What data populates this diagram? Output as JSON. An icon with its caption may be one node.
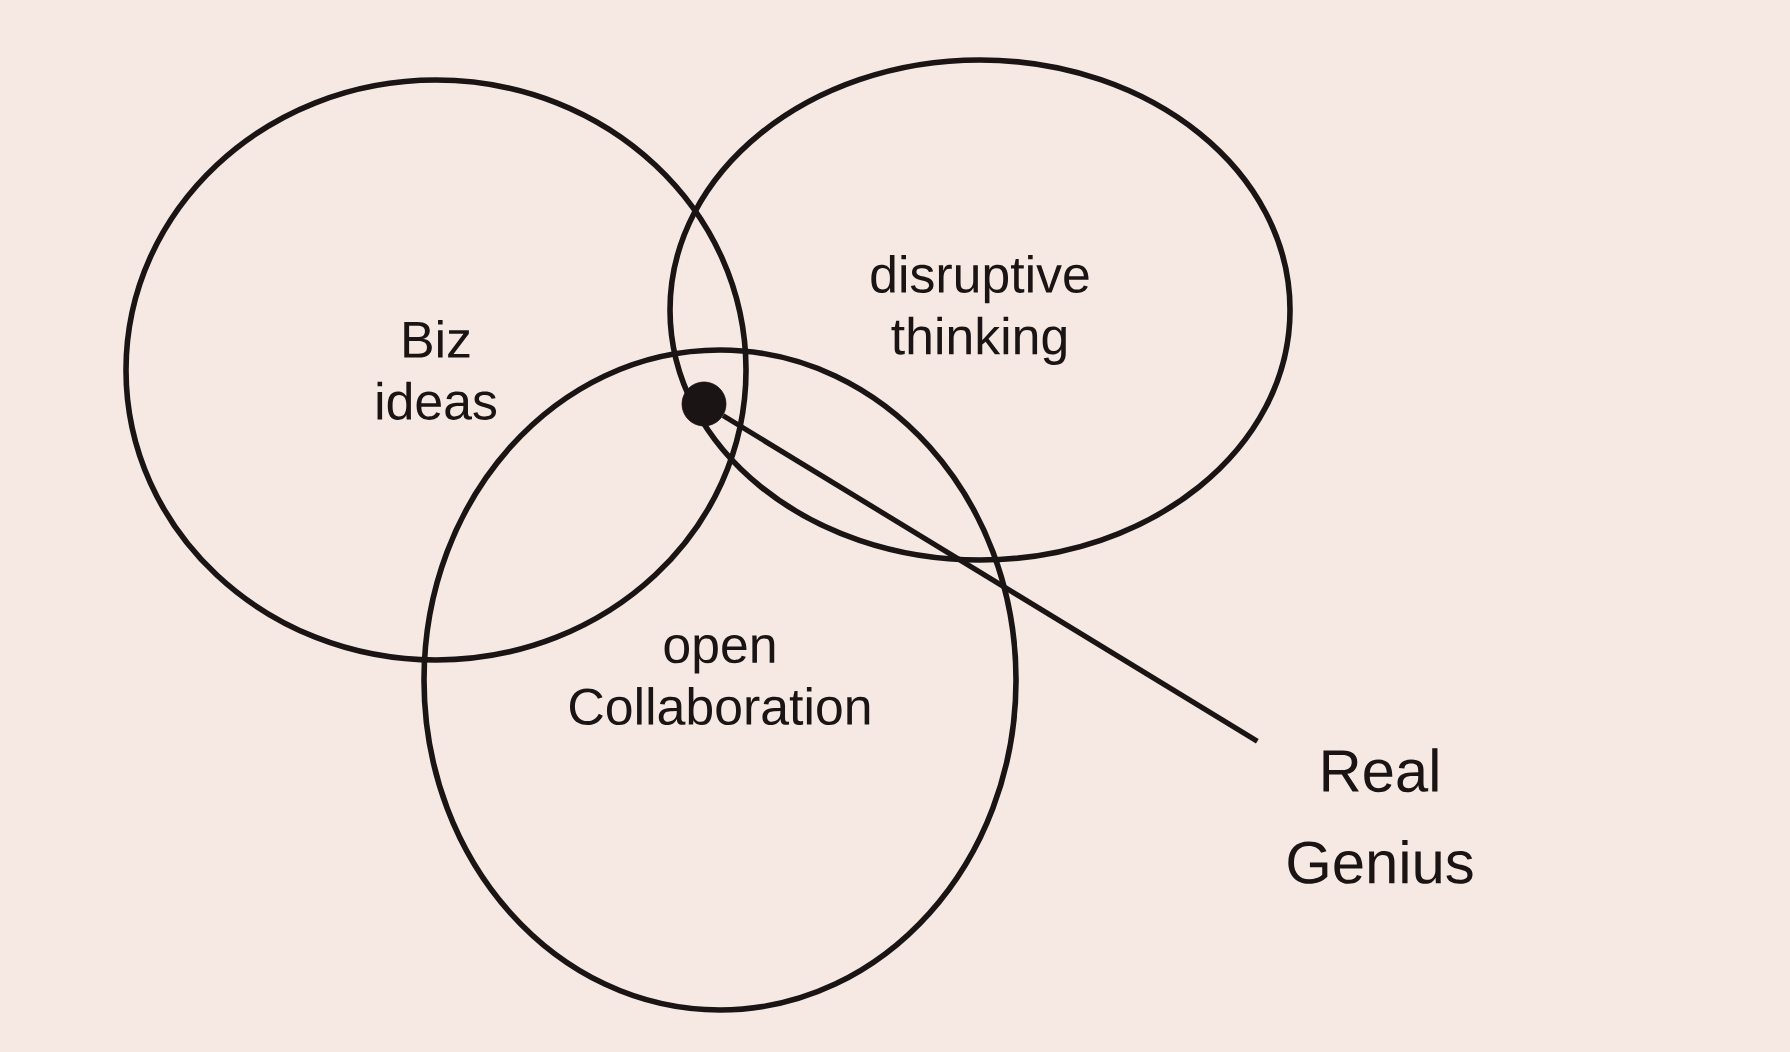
{
  "diagram": {
    "nodes": [
      {
        "text": [
          "Biz ideas"
        ]
      },
      {
        "text": [
          "disruptive thinking"
        ]
      },
      {
        "text": [
          "open Collaboration"
        ]
      },
      {
        "text": [
          "Real Genius"
        ]
      },
      {
        "text": [],
        "shape": "circle"
      }
    ],
    "edges": [
      {
        "from": 3,
        "to": 4,
        "arrow": "none"
      }
    ]
  }
}
